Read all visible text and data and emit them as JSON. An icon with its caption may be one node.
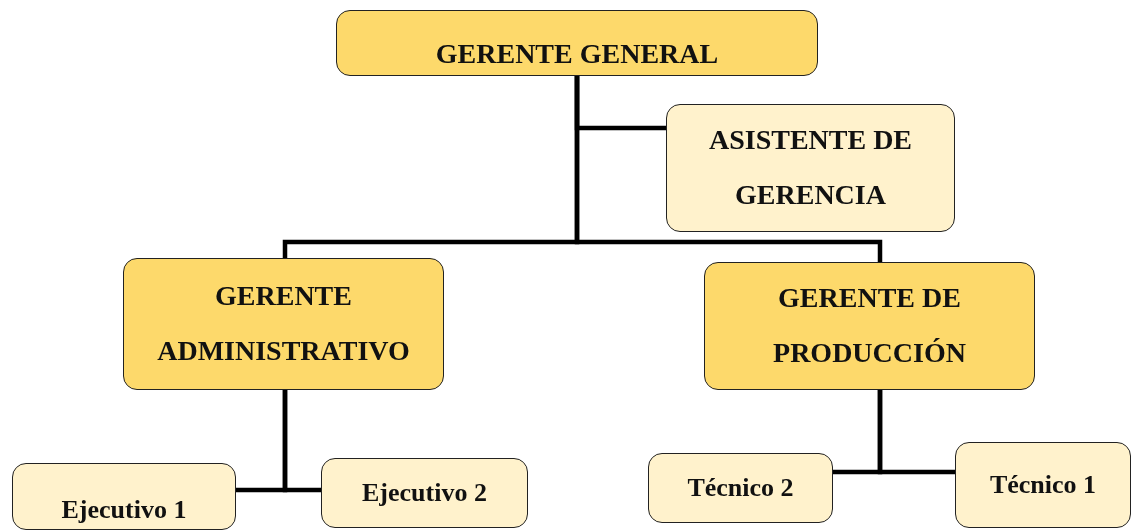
{
  "diagram": {
    "nodes": [
      {
        "text": [
          "GERENTE GENERAL"
        ]
      },
      {
        "text": [
          "ASISTENTE DE GERENCIA"
        ]
      },
      {
        "text": [
          "GERENTE ADMINISTRATIVO"
        ]
      },
      {
        "text": [
          "GERENTE DE PRODUCCIÓN"
        ]
      },
      {
        "text": [
          "Ejecutivo 1"
        ]
      },
      {
        "text": [
          "Ejecutivo 2"
        ]
      },
      {
        "text": [
          "Técnico 2"
        ]
      },
      {
        "text": [
          "Técnico 1"
        ]
      }
    ],
    "edges": [
      {
        "from": 0,
        "to": 1,
        "arrow": "none"
      },
      {
        "from": 0,
        "to": 2,
        "arrow": "none"
      },
      {
        "from": 0,
        "to": 3,
        "arrow": "none"
      },
      {
        "from": 2,
        "to": 4,
        "arrow": "none"
      },
      {
        "from": 2,
        "to": 5,
        "arrow": "none"
      },
      {
        "from": 3,
        "to": 6,
        "arrow": "none"
      },
      {
        "from": 3,
        "to": 7,
        "arrow": "none"
      }
    ]
  }
}
